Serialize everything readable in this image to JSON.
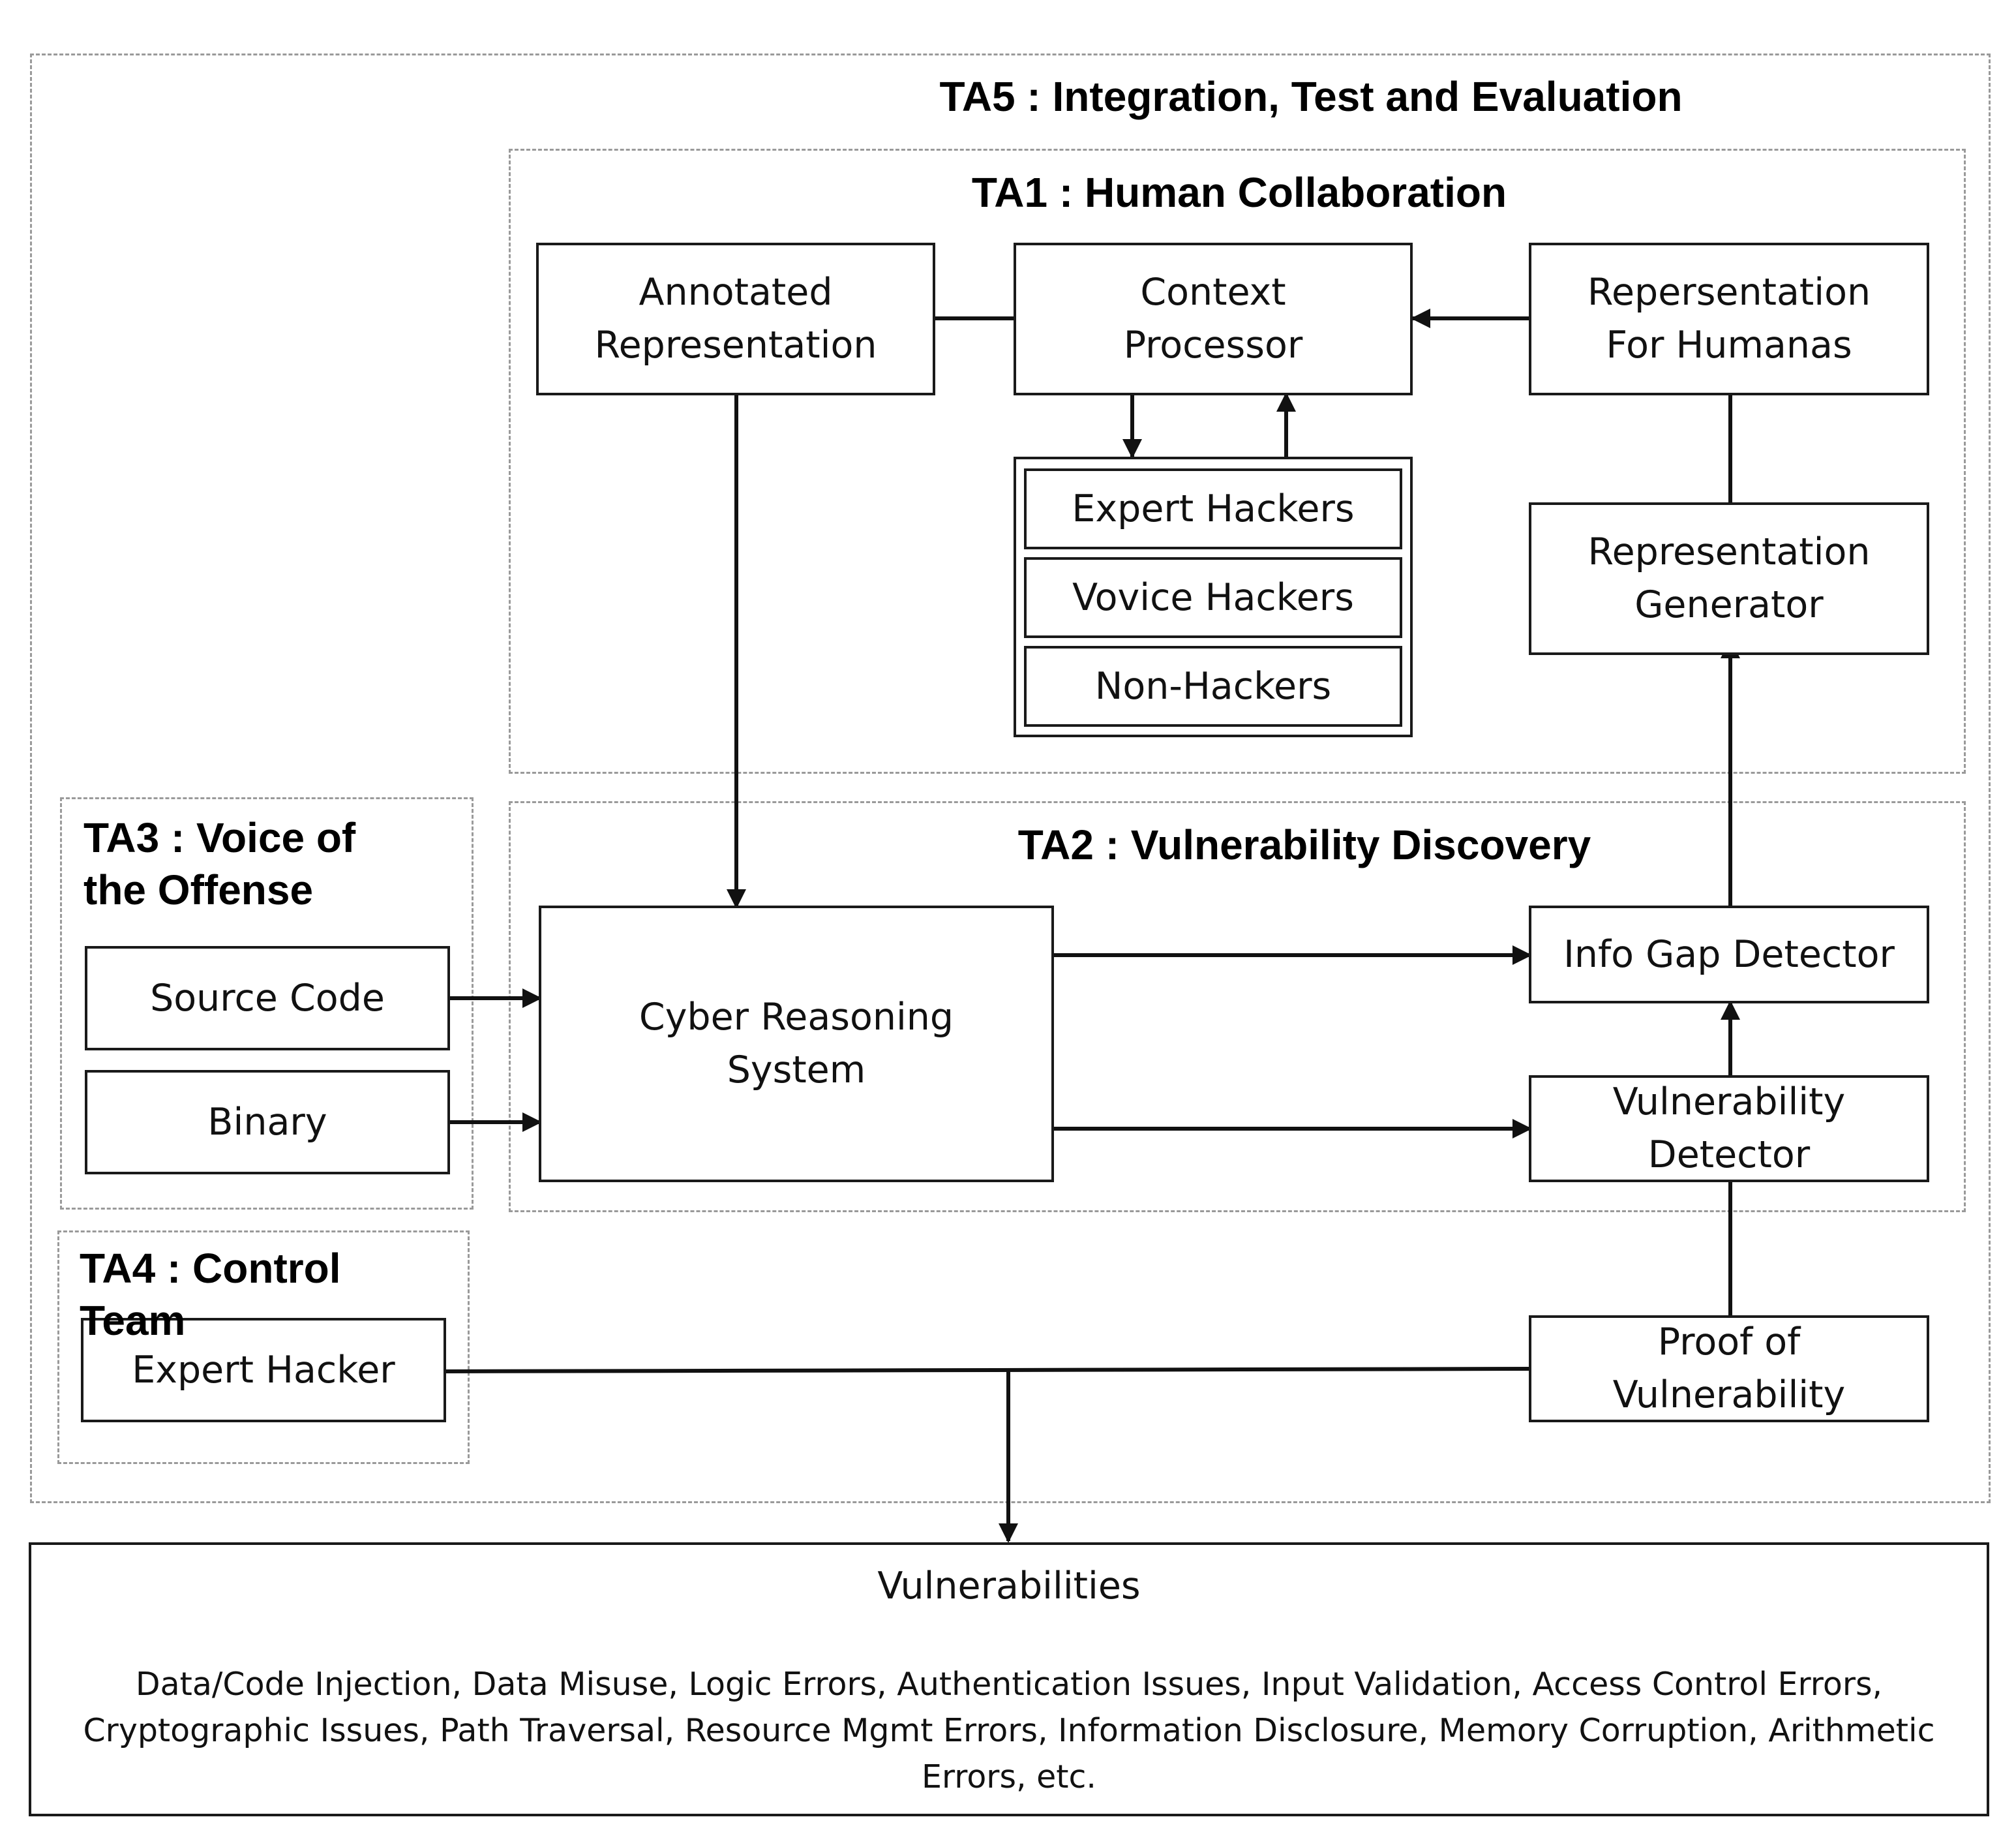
{
  "groups": {
    "ta5": "TA5 : Integration, Test and Evaluation",
    "ta1": "TA1 : Human Collaboration",
    "ta2": "TA2 : Vulnerability Discovery",
    "ta3": "TA3 : Voice of\nthe Offense",
    "ta4": "TA4 : Control\nTeam"
  },
  "nodes": {
    "annotated_representation": "Annotated\nRepresentation",
    "context_processor": "Context\nProcessor",
    "representation_for_humans": "Repersentation\nFor Humanas",
    "expert_hackers": "Expert Hackers",
    "novice_hackers": "Vovice Hackers",
    "non_hackers": "Non-Hackers",
    "representation_generator": "Representation\nGenerator",
    "source_code": "Source Code",
    "binary": "Binary",
    "cyber_reasoning_system": "Cyber Reasoning\nSystem",
    "info_gap_detector": "Info Gap Detector",
    "vulnerability_detector": "Vulnerability\nDetector",
    "expert_hacker": "Expert Hacker",
    "proof_of_vulnerability": "Proof of\nVulnerability"
  },
  "vulnerabilities": {
    "title": "Vulnerabilities",
    "list": "Data/Code Injection, Data Misuse, Logic Errors, Authentication Issues, Input Validation, Access Control Errors, Cryptographic Issues, Path Traversal, Resource Mgmt Errors, Information Disclosure, Memory Corruption, Arithmetic Errors, etc."
  },
  "colors": {
    "line": "#111111",
    "group_border": "#9a9a9a",
    "background": "#ffffff"
  }
}
